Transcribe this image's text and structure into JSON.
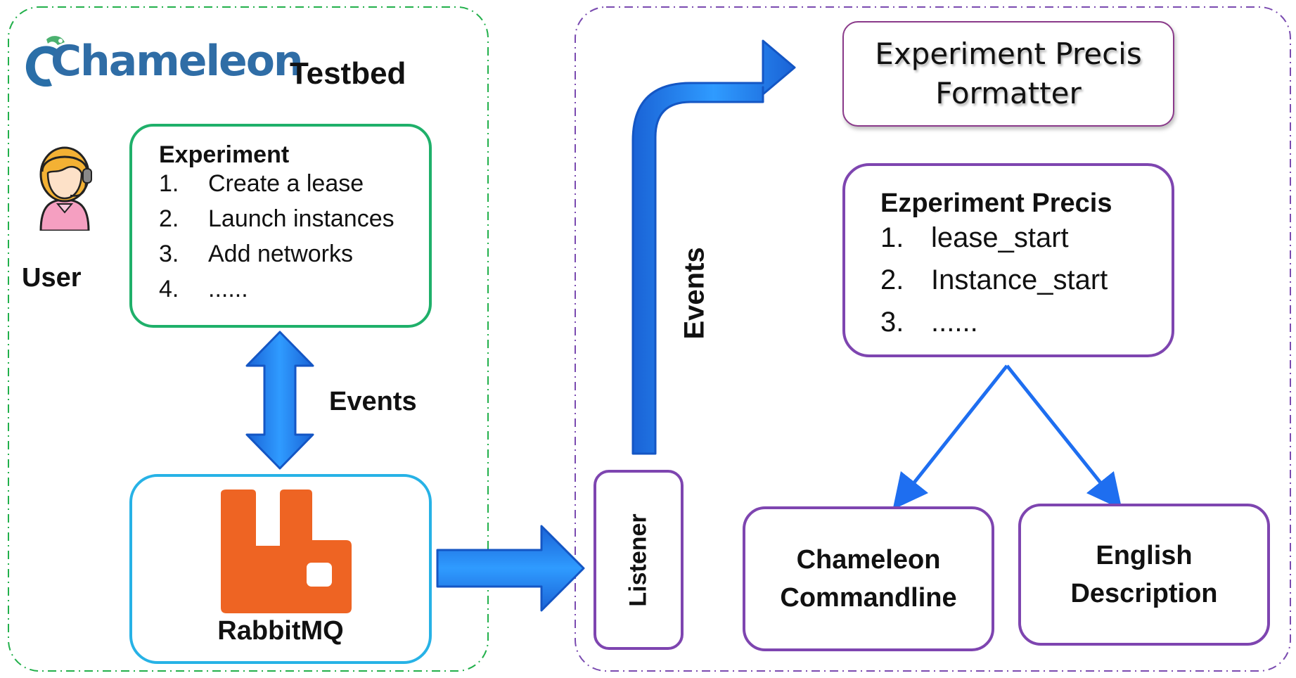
{
  "colors": {
    "left_border": "#22b04b",
    "right_border": "#7a4bb0",
    "experiment_box": "#1fb06a",
    "rabbit_box": "#27b2e6",
    "purple_box": "#7e45b0",
    "formatter_box": "#8a3a8a",
    "arrow_blue": "#1e7ef0",
    "arrow_blue_dark": "#1a5fc8",
    "rabbit_orange": "#ee6423"
  },
  "left_panel": {
    "logo_text": "Chameleon",
    "testbed_label": "Testbed",
    "user_icon": "user-avatar-icon",
    "user_label": "User",
    "experiment": {
      "title": "Experiment",
      "items": [
        {
          "num": "1.",
          "text": "Create a lease"
        },
        {
          "num": "2.",
          "text": "Launch instances"
        },
        {
          "num": "3.",
          "text": "Add networks"
        },
        {
          "num": "4.",
          "text": "......"
        }
      ]
    },
    "events_label": "Events",
    "rabbitmq_icon": "rabbitmq-logo-icon",
    "rabbitmq_label": "RabbitMQ"
  },
  "right_panel": {
    "listener_label": "Listener",
    "events_label": "Events",
    "formatter": {
      "line1": "Experiment Precis",
      "line2": "Formatter"
    },
    "precis": {
      "title": "Ezperiment Precis",
      "items": [
        {
          "num": "1.",
          "text": "lease_start"
        },
        {
          "num": "2.",
          "text": "Instance_start"
        },
        {
          "num": "3.",
          "text": "......"
        }
      ]
    },
    "commandline": {
      "line1": "Chameleon",
      "line2": "Commandline"
    },
    "english": {
      "line1": "English",
      "line2": "Description"
    }
  }
}
